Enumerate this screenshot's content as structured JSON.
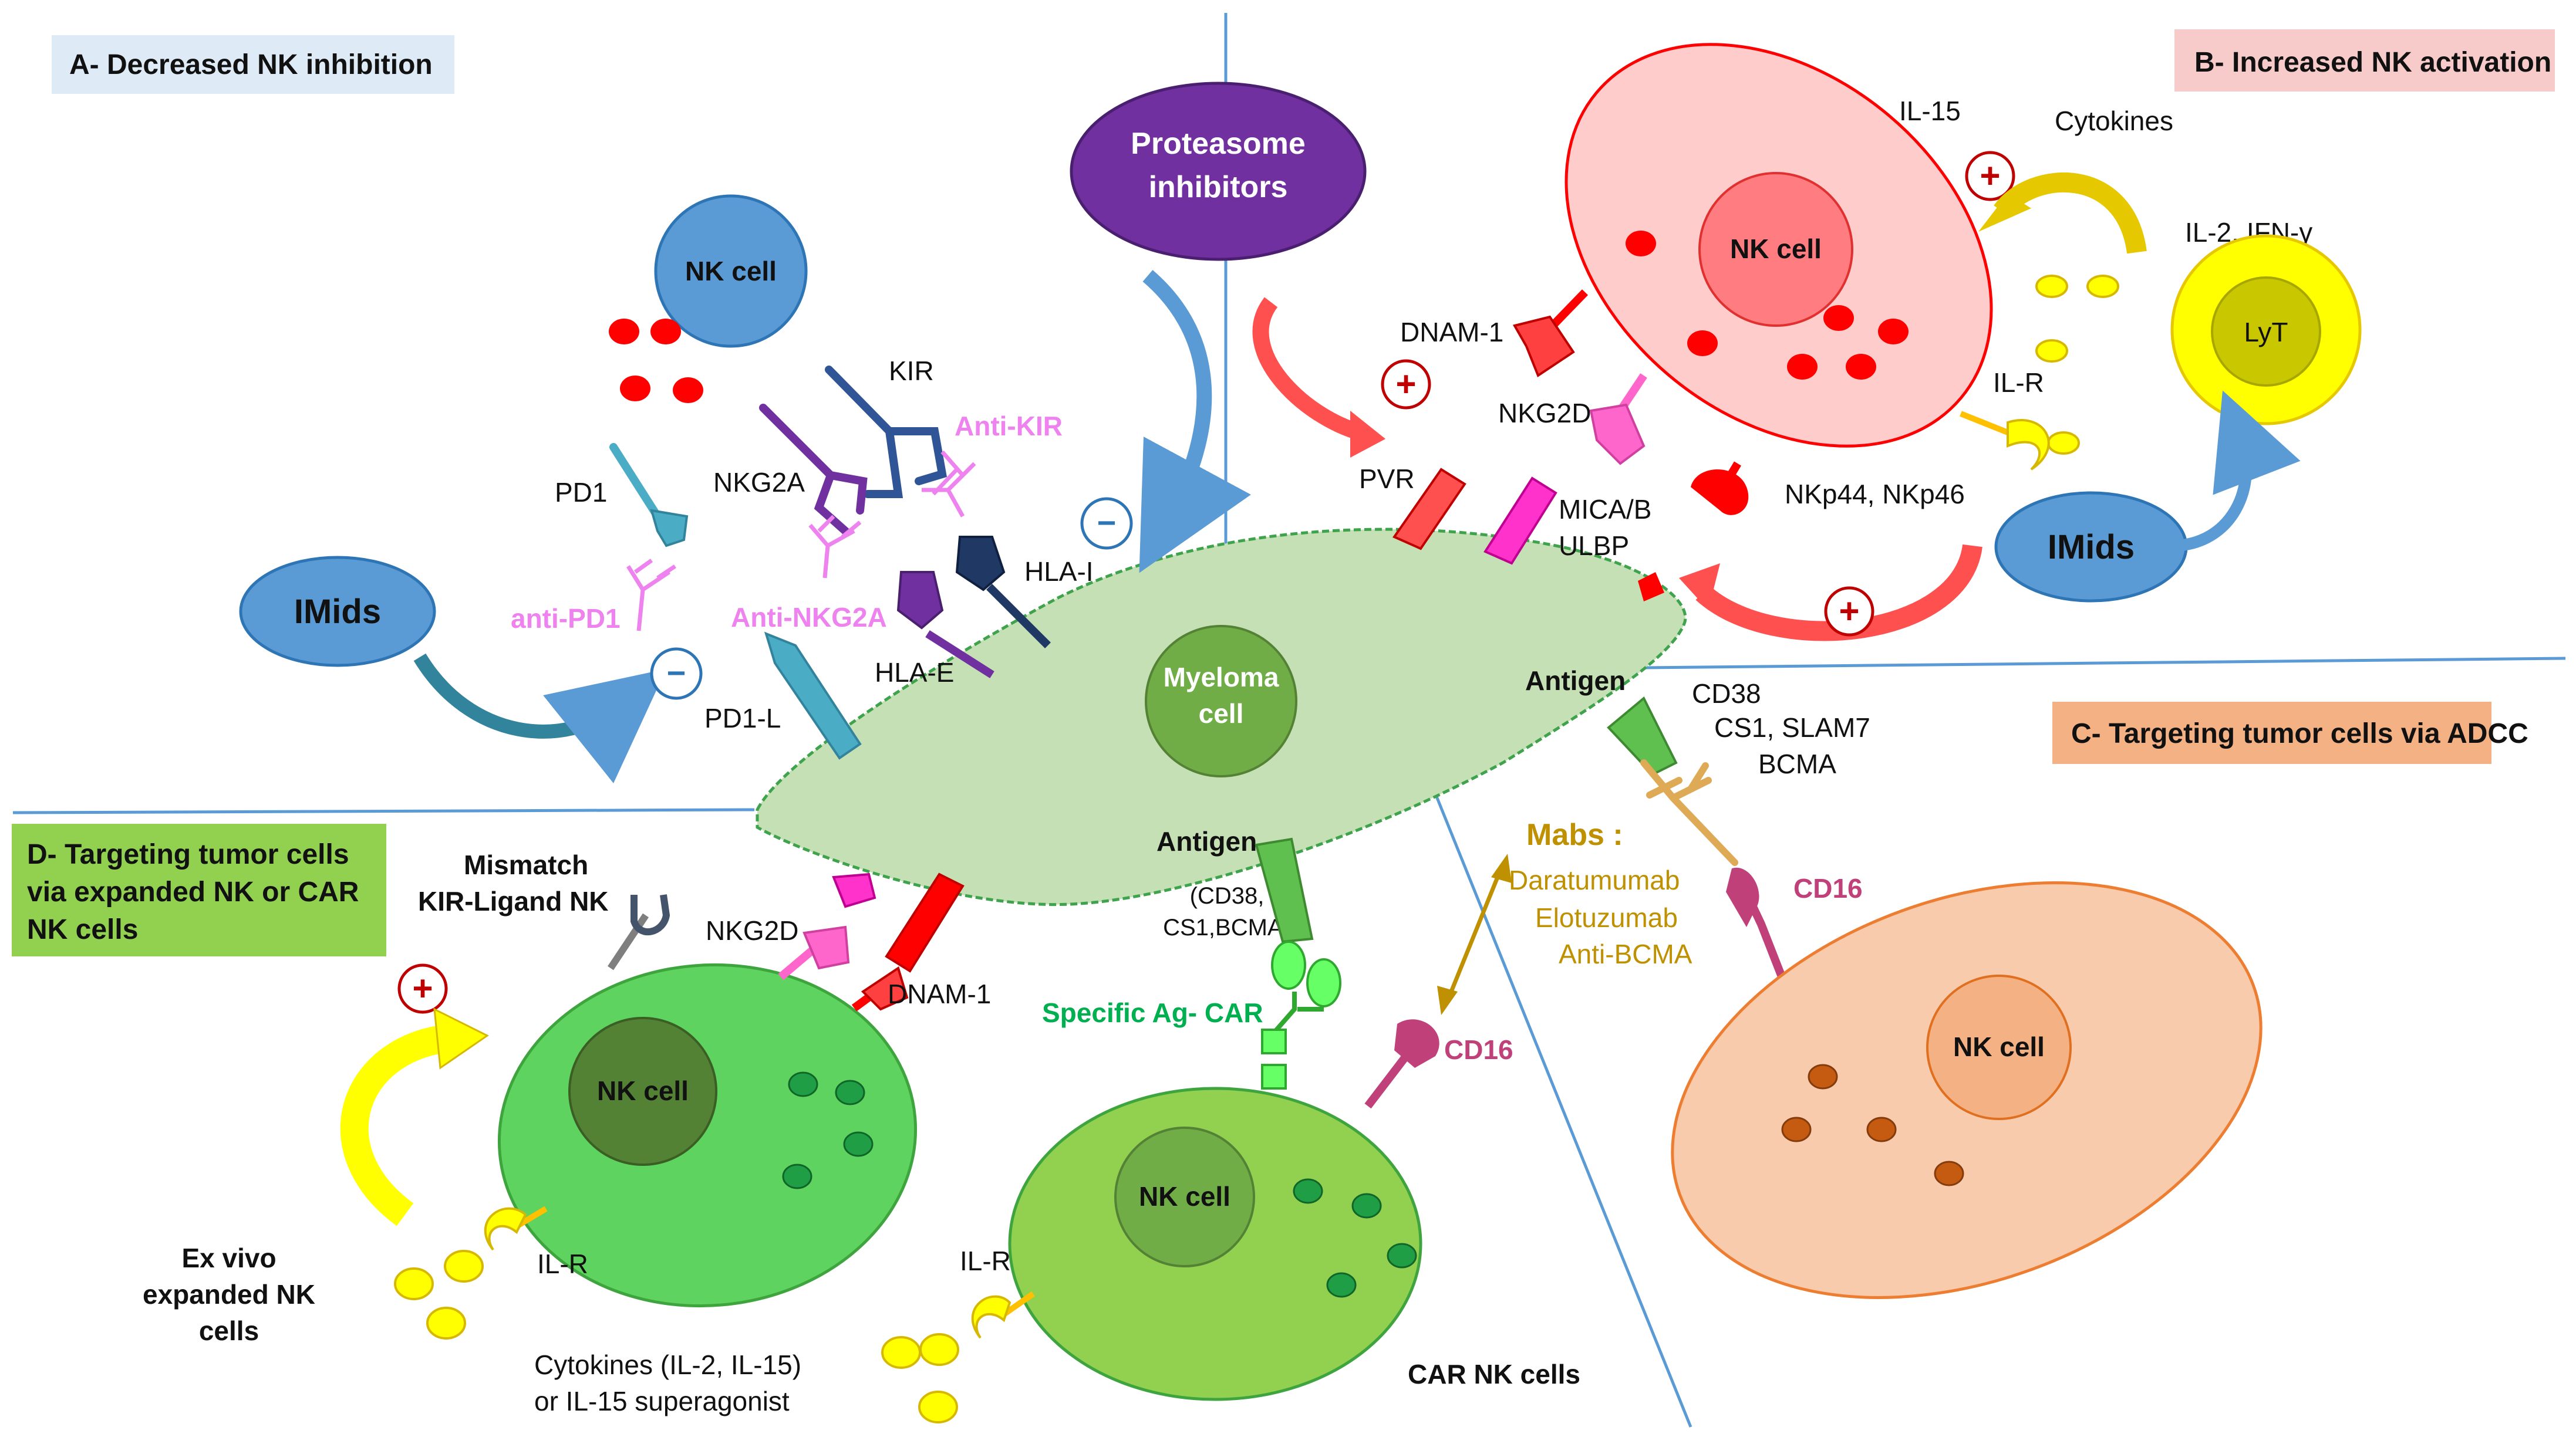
{
  "sections": {
    "a": "A- Decreased NK inhibition",
    "b": "B- Increased NK activation",
    "c": "C- Targeting tumor cells via ADCC",
    "d_lines": [
      "D- Targeting tumor cells",
      "via expanded NK or CAR",
      "NK cells"
    ]
  },
  "center": {
    "myeloma_lines": [
      "Myeloma",
      "cell"
    ],
    "proteasome_lines": [
      "Proteasome",
      "inhibitors"
    ],
    "antigen_right": "Antigen",
    "antigen_bottom": "Antigen",
    "antigen_list_lines": [
      "(CD38,",
      "CS1,BCMA)"
    ]
  },
  "panel_a": {
    "nk_cell": "NK cell",
    "kir": "KIR",
    "anti_kir": "Anti-KIR",
    "nkg2a": "NKG2A",
    "anti_nkg2a": "Anti-NKG2A",
    "pd1": "PD1",
    "anti_pd1": "anti-PD1",
    "pd1_l": "PD1-L",
    "hla_e": "HLA-E",
    "hla_i": "HLA-I",
    "imids": "IMids",
    "minus": "−"
  },
  "panel_b": {
    "nk_cell": "NK cell",
    "il15": "IL-15",
    "cytokines": "Cytokines",
    "il2_ifn": "IL-2, IFN-γ",
    "lyt": "LyT",
    "il_r": "IL-R",
    "dnam1": "DNAM-1",
    "nkg2d": "NKG2D",
    "pvr": "PVR",
    "mica_lines": [
      "MICA/B",
      "ULBP"
    ],
    "nkp": "NKp44, NKp46",
    "imids": "IMids",
    "plus": "+"
  },
  "panel_c": {
    "targets_lines": [
      "CD38",
      "CS1, SLAM7",
      "BCMA"
    ],
    "mabs": "Mabs :",
    "mab_list": [
      "Daratumumab",
      "Elotuzumab",
      "Anti-BCMA"
    ],
    "cd16": "CD16",
    "nk_cell": "NK cell"
  },
  "panel_d": {
    "mismatch_lines": [
      "Mismatch",
      "KIR-Ligand NK"
    ],
    "nkg2d": "NKG2D",
    "dnam1": "DNAM-1",
    "nk_cell": "NK cell",
    "il_r_left": "IL-R",
    "ex_vivo_lines": [
      "Ex vivo",
      "expanded NK",
      "cells"
    ],
    "cytokines_lines": [
      "Cytokines (IL-2, IL-15)",
      "or IL-15 superagonist"
    ],
    "specific_car": "Specific Ag- CAR",
    "car_nk_cell": "NK cell",
    "cd16": "CD16",
    "il_r_right": "IL-R",
    "car_nk_cells": "CAR NK cells",
    "plus": "+"
  },
  "colors": {
    "myeloma_fill": "#c5e0b4",
    "myeloma_nucleus": "#70ad47",
    "nk_blue": "#5b9bd5",
    "proteasome": "#7030a0",
    "nk_pink": "#ffcccc",
    "nk_pink_nucleus": "#ff7c80",
    "nk_orange": "#f8cbad",
    "nk_orange_nucleus": "#f4b183",
    "nk_green": "#5fd35f",
    "nk_green_nucleus": "#548235",
    "car_green": "#92d050",
    "cytokine_yellow": "#ffff00",
    "red_granule": "#ff0000",
    "pink_ab": "#ee82ee",
    "mab_gold": "#bf9000"
  }
}
